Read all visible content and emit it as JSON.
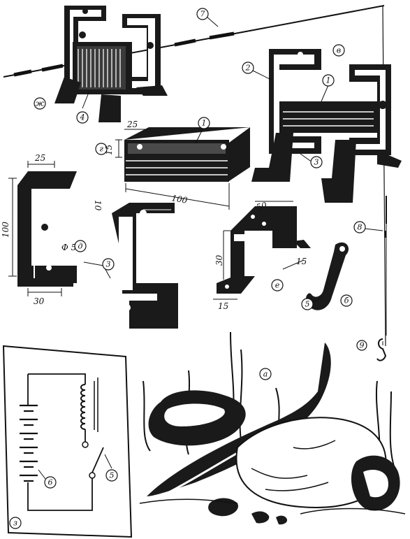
{
  "parts": {
    "p1": "1",
    "p2": "2",
    "p3": "3",
    "p4": "4",
    "p5": "5",
    "p6": "6",
    "p7": "7",
    "p8": "8",
    "p9": "9"
  },
  "views": {
    "zh": "ж",
    "v": "в",
    "g": "г",
    "d": "д",
    "e": "е",
    "b": "б",
    "a": "а",
    "z": "з"
  },
  "dims": {
    "plate_w": "25",
    "plate_h": "15",
    "plate_len": "100",
    "bracket_w": "25",
    "bracket_h": "100",
    "bracket_lip": "10",
    "bracket_d": "30",
    "hole": "Φ 5",
    "stand_w": "50",
    "stand_h": "30",
    "stand_foot": "15",
    "stand_side": "15"
  }
}
